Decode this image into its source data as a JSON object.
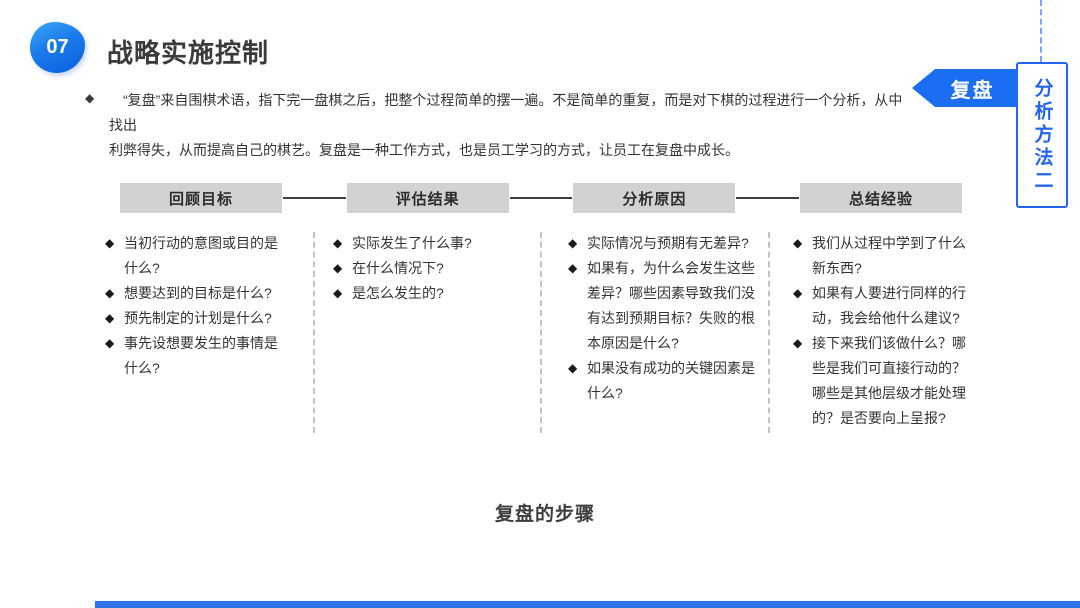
{
  "slide": {
    "number": "07",
    "title": "战略实施控制",
    "intro": {
      "marker": "◆",
      "line1": "“复盘”来自围棋术语，指下完一盘棋之后，把整个过程简单的摆一遍。不是简单的重复，而是对下棋的过程进行一个分析，从中找出",
      "line2": "利弊得失，从而提高自己的棋艺。复盘是一种工作方式，也是员工学习的方式，让员工在复盘中成长。"
    },
    "side_tag": {
      "label": "复盘"
    },
    "side_box": {
      "label": "分析方法二"
    },
    "caption": "复盘的步骤",
    "bullet_marker": "◆",
    "steps": [
      {
        "title": "回顾目标",
        "bullets": [
          "当初行动的意图或目的是什么?",
          "想要达到的目标是什么?",
          "预先制定的计划是什么?",
          "事先设想要发生的事情是什么?"
        ]
      },
      {
        "title": "评估结果",
        "bullets": [
          "实际发生了什么事?",
          "在什么情况下?",
          "是怎么发生的?"
        ]
      },
      {
        "title": "分析原因",
        "bullets": [
          "实际情况与预期有无差异?",
          "如果有，为什么会发生这些差异？哪些因素导致我们没有达到预期目标？失败的根本原因是什么?",
          "如果没有成功的关键因素是什么?"
        ]
      },
      {
        "title": "总结经验",
        "bullets": [
          "我们从过程中学到了什么新东西?",
          "如果有人要进行同样的行动，我会给他什么建议?",
          "接下来我们该做什么？哪些是我们可直接行动的？哪些是其他层级才能处理的？是否要向上呈报?"
        ]
      }
    ],
    "colors": {
      "accent_blue": "#1b6ef2",
      "box_gray": "#d2d2d2",
      "text_dark": "#333333"
    }
  }
}
